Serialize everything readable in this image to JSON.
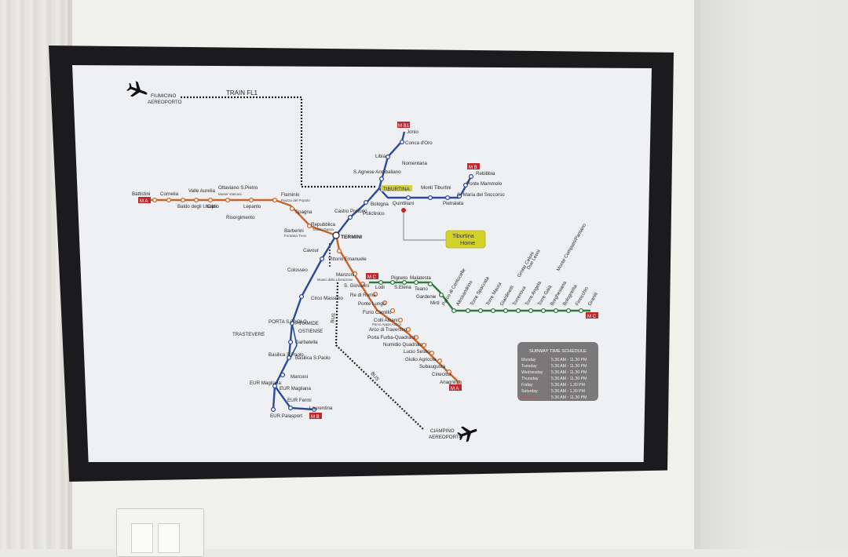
{
  "map": {
    "train_label": "TRAIN FL1",
    "airport_fiumicino": [
      "FIUMICINO",
      "AEREOPORTO"
    ],
    "airport_ciampino": [
      "CIAMPINO",
      "AEREOPORTO"
    ],
    "bus_label_1": "BUS",
    "bus_label_2": "BUS",
    "tiburtina_station": "TIBURTINA",
    "home_marker": [
      "Tiburtina",
      "Home"
    ],
    "termini": "TERMINI",
    "line_badges": {
      "a": "M A",
      "b": "M B",
      "b1": "M B1",
      "c": "M C"
    },
    "stations_a": [
      "Battistini",
      "Cornelia",
      "Baldo degli Ubaldi",
      "Valle Aurelia",
      "Cipro",
      "Ottaviano S.Pietro",
      "Lepanto",
      "Flaminio",
      "Spagna",
      "Barberini",
      "Repubblica",
      "Vittorio Emanuele",
      "Manzoni",
      "S. Giovanni",
      "Re di Roma",
      "Ponte Lungo",
      "Furio Camillo",
      "Colli Albani",
      "Arco di Travertino",
      "Porta Furba-Quadraro",
      "Numidio Quadrato",
      "Lucio Sestio",
      "Giulio Agricola",
      "Subaugusta",
      "Cinecittà",
      "Anagnina"
    ],
    "stations_a_sub": {
      "ottaviano": "Musei Vaticani",
      "flaminio": "Piazza del Popolo",
      "barberini": "Fontana Trevi",
      "repubblica": "Teatro Opera",
      "manzoni": "Museo della Liberazione",
      "colli": "Parco Appia Antica"
    },
    "stations_b": [
      "Jonio",
      "Conca d'Oro",
      "Libia",
      "S.Agnese Annibaliano",
      "Bologna",
      "Policlinico",
      "Castro Pretorio",
      "Cavour",
      "Colosseo",
      "Circo Massimo",
      "PIRAMIDE",
      "Garbatella",
      "Basilica S.Paolo",
      "Marconi",
      "EUR Magliana",
      "EUR Fermi",
      "Laurentina",
      "EUR Palasport",
      "OSTIENSE",
      "PORTA S.PAOLO",
      "TRASTEVERE",
      "Basilica S.Paolo",
      "EUR Magliana",
      "Risorgimento",
      "Nomentana",
      "Quintiliani",
      "Monti Tiburtini",
      "Pietralata",
      "S. Maria del Soccorso",
      "Ponte Mammolo",
      "Rebibbia"
    ],
    "stations_c": [
      "Lodi",
      "Pigneto",
      "S.Elena",
      "Malatesta",
      "Teano",
      "Gardenie",
      "Mirti",
      "Parco di Centocelle",
      "Alessandrino",
      "Torre Spaccata",
      "Torre Maura",
      "Giardinetti",
      "Torrenova",
      "Torre Angela",
      "Torre Gaia",
      "Grotte Celoni",
      "Due Leoni",
      "Borghesiana",
      "Bolognetta",
      "Finocchio",
      "Graniti",
      "Monte Compatri/Pantano"
    ]
  },
  "schedule": {
    "title": "SUBWAY TIME SCHEDULE",
    "rows": [
      {
        "day": "Monday",
        "hours": "5.30 AM - 11.30 PM"
      },
      {
        "day": "Tuesday",
        "hours": "5.30 AM - 11.30 PM"
      },
      {
        "day": "Wednesday",
        "hours": "5.30 AM - 11.30 PM"
      },
      {
        "day": "Thursday",
        "hours": "5.30 AM - 11.30 PM"
      },
      {
        "day": "Friday",
        "hours": "5.30 AM - 1.30 PM"
      },
      {
        "day": "Saturday",
        "hours": "5.30 AM - 1.30 PM"
      },
      {
        "day": "Sunday",
        "hours": "5.30 AM - 11.30 PM"
      }
    ]
  },
  "colors": {
    "line_a": "#c8642a",
    "line_b": "#2c4a9a",
    "line_c": "#2f7a3e",
    "badge": "#c0272d",
    "home_box": "#d4d229",
    "schedule_bg": "#7a7878"
  }
}
